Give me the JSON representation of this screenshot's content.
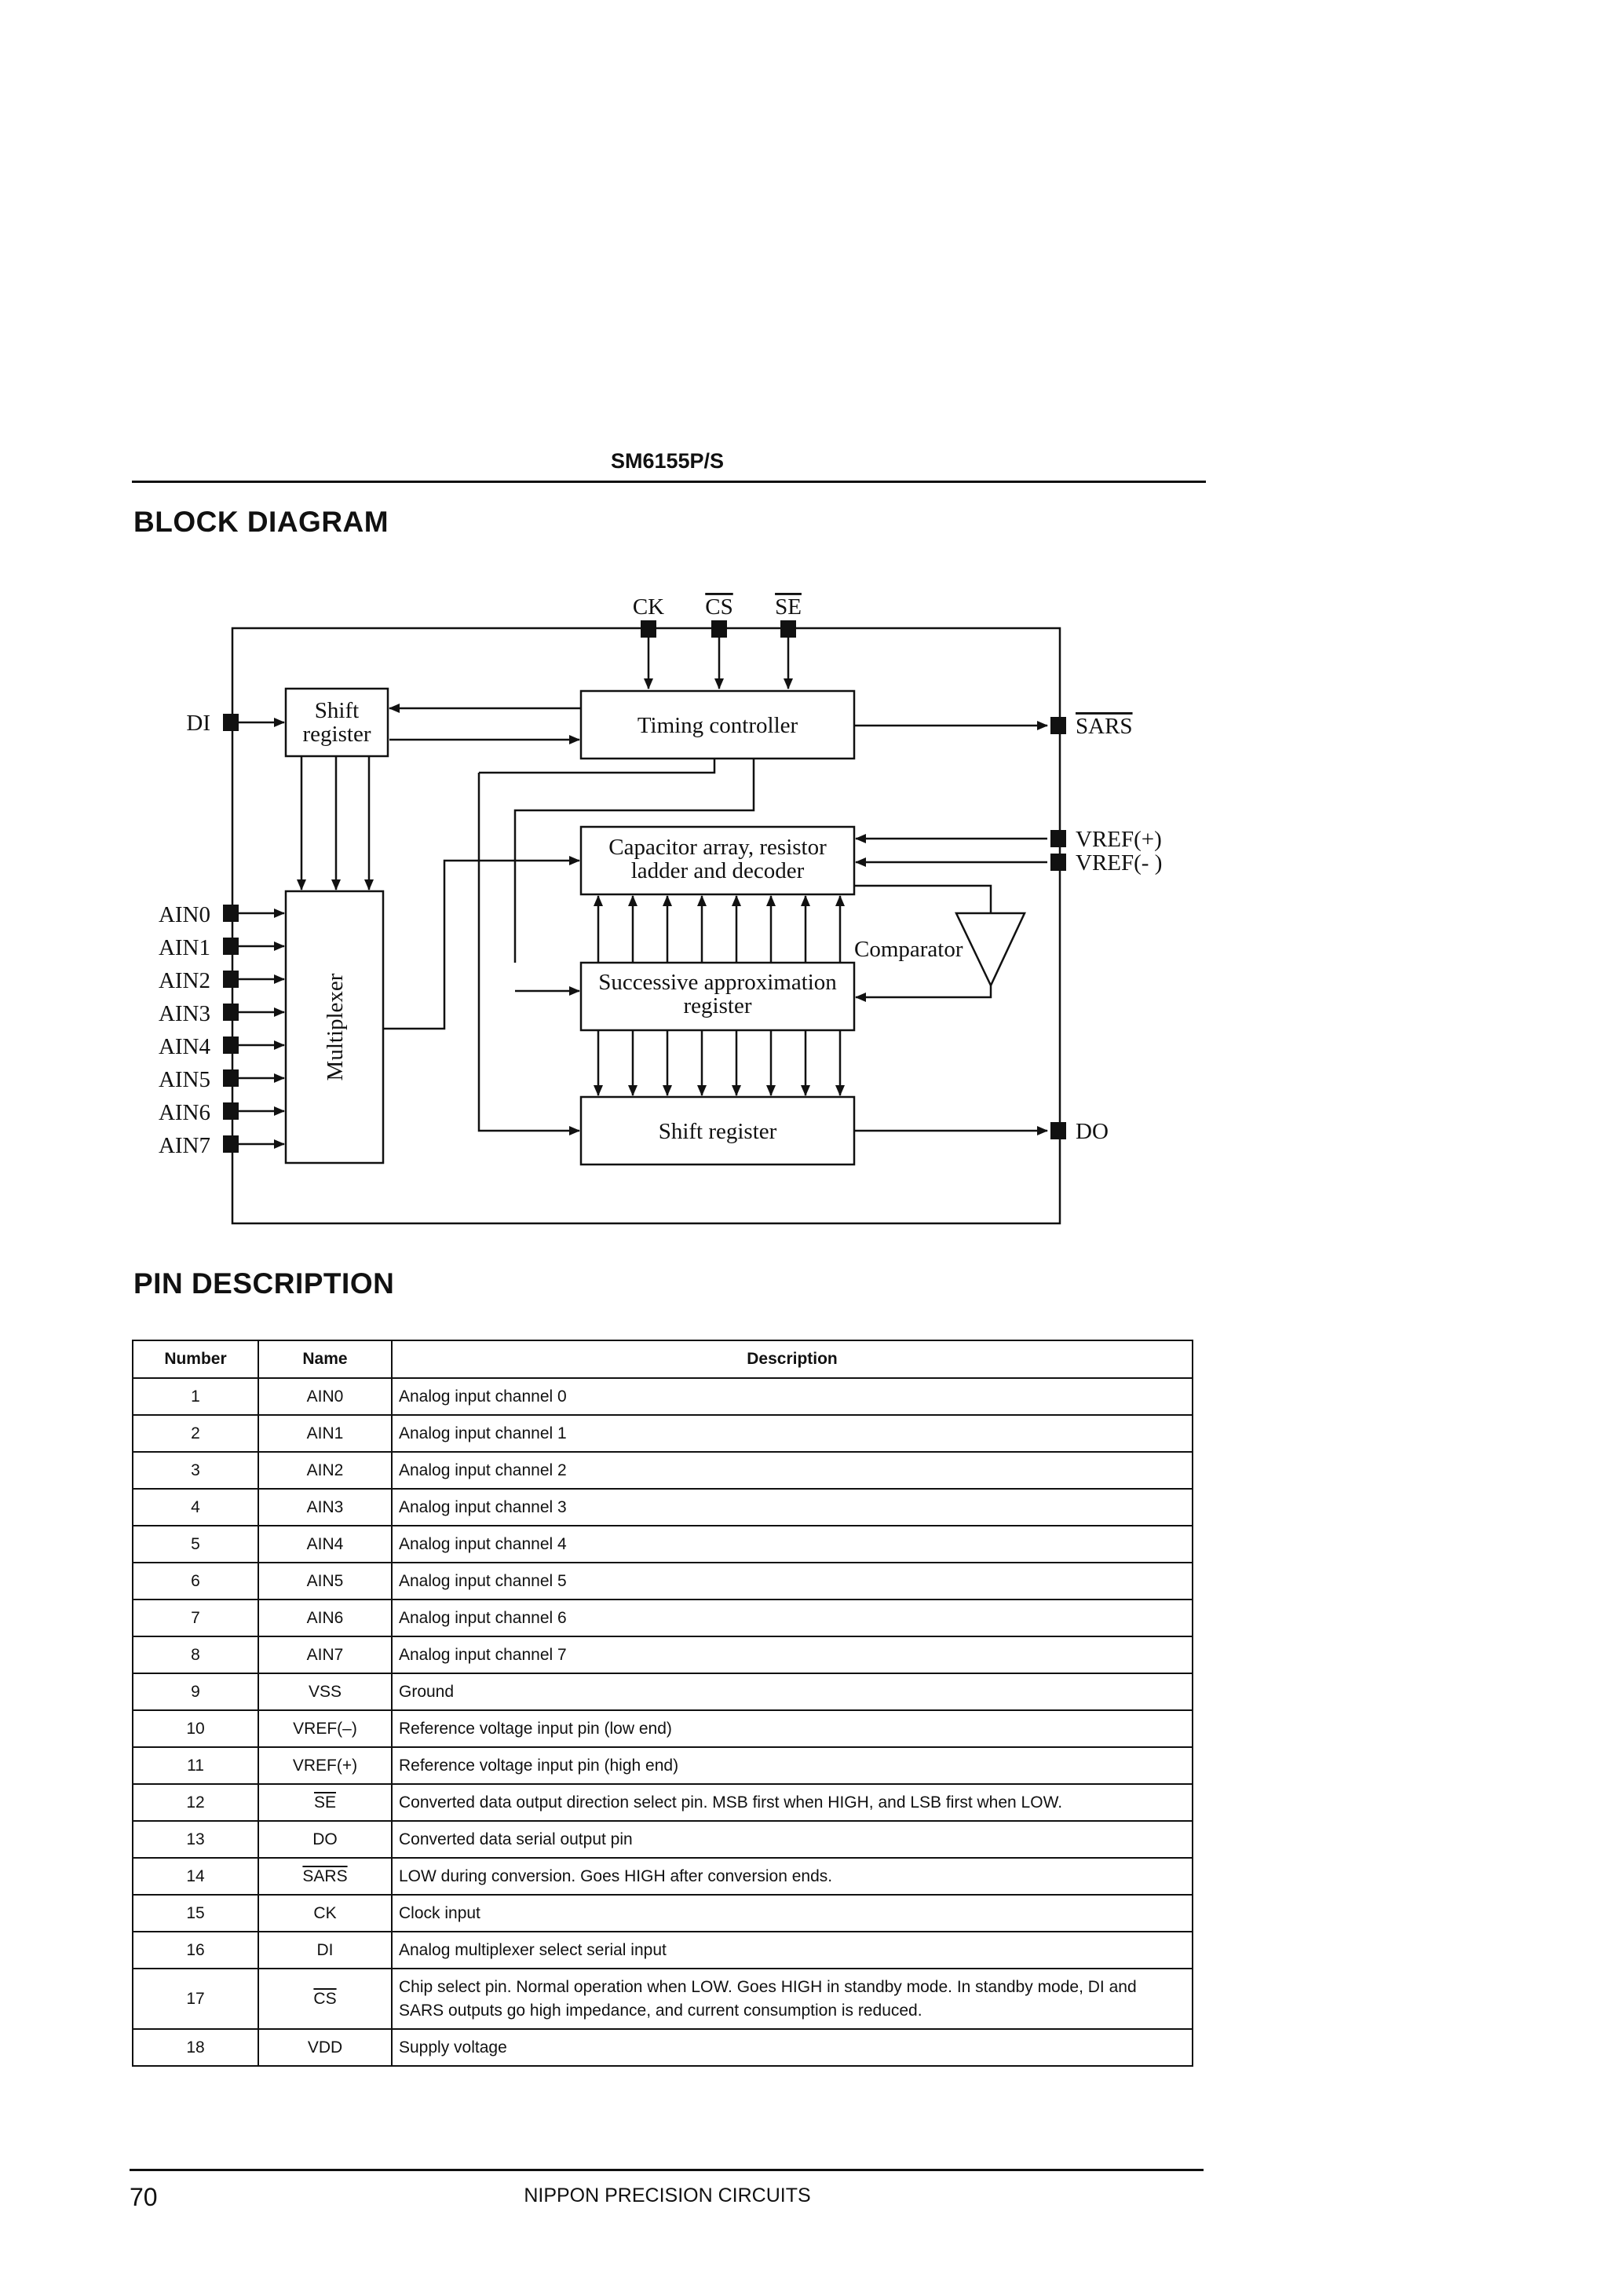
{
  "header": {
    "part_number": "SM6155P/S"
  },
  "block_diagram": {
    "title": "BLOCK DIAGRAM",
    "top_pins": [
      "CK",
      "CS",
      "SE"
    ],
    "left_pins": {
      "di": "DI",
      "ain": [
        "AIN0",
        "AIN1",
        "AIN2",
        "AIN3",
        "AIN4",
        "AIN5",
        "AIN6",
        "AIN7"
      ]
    },
    "right_pins": {
      "sars": "SARS",
      "vref_plus": "VREF(+)",
      "vref_minus": "VREF(- )",
      "do": "DO"
    },
    "blocks": {
      "shift_register_in_1": "Shift",
      "shift_register_in_2": "register",
      "timing_controller": "Timing controller",
      "cap_array_1": "Capacitor array, resistor",
      "cap_array_2": "ladder and decoder",
      "comparator": "Comparator",
      "sar_1": "Successive approximation",
      "sar_2": "register",
      "multiplexer": "Multiplexer",
      "shift_register_out": "Shift register"
    }
  },
  "pin_description": {
    "title": "PIN DESCRIPTION",
    "headers": {
      "number": "Number",
      "name": "Name",
      "description": "Description"
    },
    "rows": [
      {
        "number": "1",
        "name": "AIN0",
        "description": "Analog input channel 0"
      },
      {
        "number": "2",
        "name": "AIN1",
        "description": "Analog input channel 1"
      },
      {
        "number": "3",
        "name": "AIN2",
        "description": "Analog input channel 2"
      },
      {
        "number": "4",
        "name": "AIN3",
        "description": "Analog input channel 3"
      },
      {
        "number": "5",
        "name": "AIN4",
        "description": "Analog input channel 4"
      },
      {
        "number": "6",
        "name": "AIN5",
        "description": "Analog input channel 5"
      },
      {
        "number": "7",
        "name": "AIN6",
        "description": "Analog input channel 6"
      },
      {
        "number": "8",
        "name": "AIN7",
        "description": "Analog input channel 7"
      },
      {
        "number": "9",
        "name": "VSS",
        "description": "Ground"
      },
      {
        "number": "10",
        "name": "VREF(–)",
        "description": "Reference voltage input pin (low end)"
      },
      {
        "number": "11",
        "name": "VREF(+)",
        "description": "Reference voltage input pin (high end)"
      },
      {
        "number": "12",
        "name": "SE",
        "description": "Converted data output direction select pin. MSB first when HIGH, and LSB first when LOW."
      },
      {
        "number": "13",
        "name": "DO",
        "description": "Converted data serial output pin"
      },
      {
        "number": "14",
        "name": "SARS",
        "description": "LOW during conversion. Goes HIGH after conversion ends."
      },
      {
        "number": "15",
        "name": "CK",
        "description": "Clock input"
      },
      {
        "number": "16",
        "name": "DI",
        "description": "Analog multiplexer select serial input"
      },
      {
        "number": "17",
        "name": "CS",
        "description": "Chip select pin. Normal operation when LOW. Goes HIGH in standby mode. In standby mode, DI and SARS outputs go high impedance, and current consumption is reduced."
      },
      {
        "number": "18",
        "name": "VDD",
        "description": "Supply voltage"
      }
    ]
  },
  "footer": {
    "page_number": "70",
    "company": "NIPPON PRECISION CIRCUITS"
  }
}
